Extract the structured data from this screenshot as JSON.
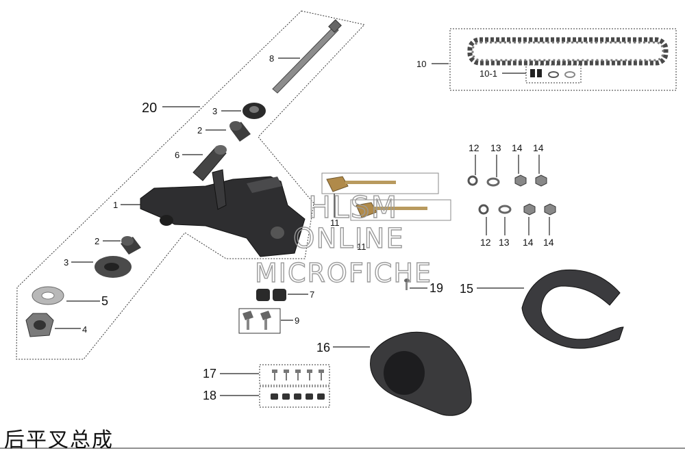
{
  "title": "后平叉总成",
  "watermark": {
    "line1": "HLSM",
    "line2": "ONLINE",
    "line3": "MICROFICHE"
  },
  "callouts": {
    "c1": "1",
    "c2a": "2",
    "c2b": "2",
    "c3a": "3",
    "c3b": "3",
    "c4": "4",
    "c5": "5",
    "c6": "6",
    "c7": "7",
    "c8": "8",
    "c9": "9",
    "c10": "10",
    "c10_1": "10-1",
    "c11a": "11",
    "c11b": "11",
    "c12a": "12",
    "c12b": "12",
    "c13a": "13",
    "c13b": "13",
    "c14a": "14",
    "c14b": "14",
    "c14c": "14",
    "c14d": "14",
    "c15": "15",
    "c16": "16",
    "c17": "17",
    "c18": "18",
    "c19": "19",
    "c20": "20"
  },
  "colors": {
    "part_dark": "#2b2b2d",
    "part_mid": "#4a4a4e",
    "metal": "#9a9a9a",
    "line": "#222222"
  }
}
